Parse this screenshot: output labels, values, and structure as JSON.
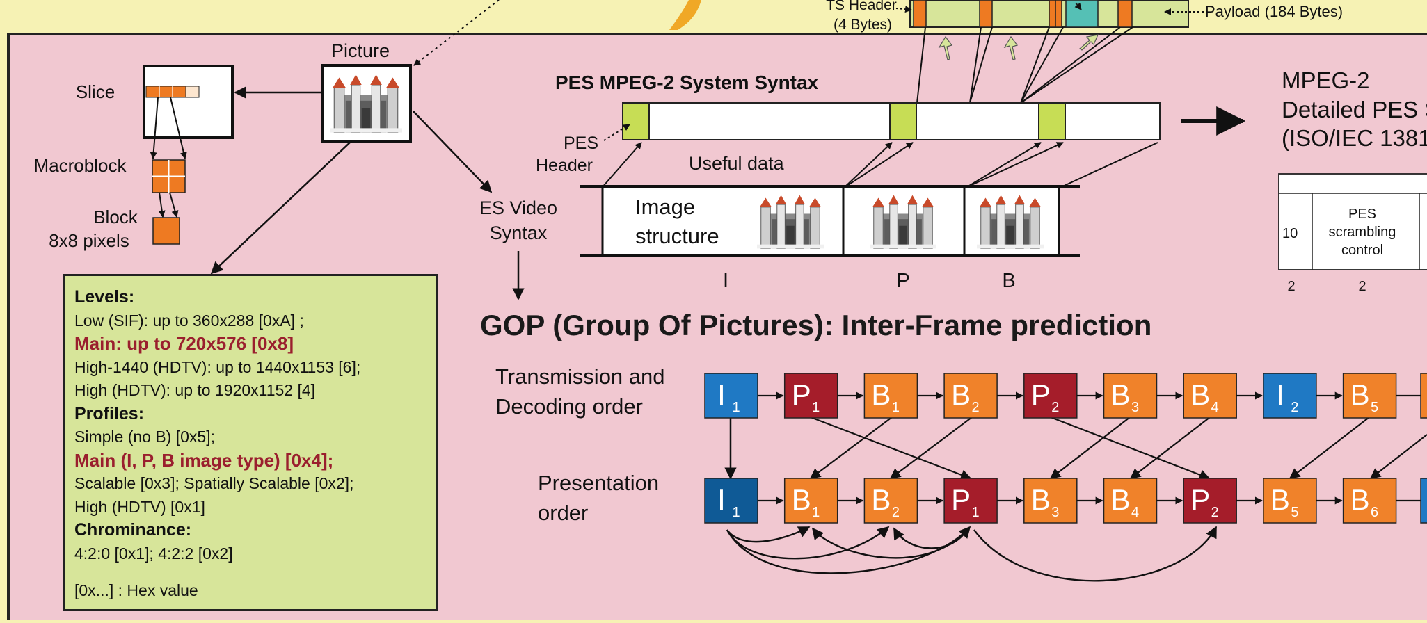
{
  "labels": {
    "ts_header": "TS Header",
    "ts_header_bytes": "(4 Bytes)",
    "payload": "Payload (184 Bytes)",
    "picture": "Picture",
    "slice": "Slice",
    "macroblock": "Macroblock",
    "block": "Block",
    "block_size": "8x8 pixels",
    "pes_syntax_title": "PES MPEG-2 System Syntax",
    "pes_header_1": "PES",
    "pes_header_2": "Header",
    "useful_data": "Useful data",
    "image_structure_1": "Image",
    "image_structure_2": "structure",
    "es_video_1": "ES Video",
    "es_video_2": "Syntax",
    "frame_I": "I",
    "frame_P": "P",
    "frame_B": "B",
    "mpeg_1": "MPEG-2",
    "mpeg_2": "Detailed PES S",
    "mpeg_3": "(ISO/IEC 1381",
    "gop_title": "GOP (Group Of Pictures): Inter-Frame prediction",
    "transmission_1": "Transmission and",
    "transmission_2": "Decoding order",
    "presentation_1": "Presentation",
    "presentation_2": "order"
  },
  "pes_table": {
    "cell_1": "10",
    "cell_2_line1": "PES",
    "cell_2_line2": "scrambling",
    "cell_2_line3": "control",
    "bits_1": "2",
    "bits_2": "2"
  },
  "levels_panel": {
    "levels_heading": "Levels:",
    "level_low": "Low (SIF): up to 360x288 [0xA] ;",
    "level_main": "Main: up to 720x576 [0x8]",
    "level_high1440": "High-1440 (HDTV): up to 1440x1153 [6];",
    "level_high": "High (HDTV): up to 1920x1152 [4]",
    "profiles_heading": "Profiles:",
    "profile_simple": "Simple (no B) [0x5];",
    "profile_main": "Main (I, P, B image type) [0x4];",
    "profile_scalable": "Scalable [0x3]; Spatially Scalable [0x2];",
    "profile_high": "High (HDTV) [0x1]",
    "chroma_heading": "Chrominance:",
    "chroma_values": "4:2:0 [0x1]; 4:2:2 [0x2]",
    "hex_note": "[0x...] : Hex value"
  },
  "gop": {
    "transmission": [
      {
        "letter": "I",
        "sub": "1",
        "kind": "I"
      },
      {
        "letter": "P",
        "sub": "1",
        "kind": "P"
      },
      {
        "letter": "B",
        "sub": "1",
        "kind": "B"
      },
      {
        "letter": "B",
        "sub": "2",
        "kind": "B"
      },
      {
        "letter": "P",
        "sub": "2",
        "kind": "P"
      },
      {
        "letter": "B",
        "sub": "3",
        "kind": "B"
      },
      {
        "letter": "B",
        "sub": "4",
        "kind": "B"
      },
      {
        "letter": "I",
        "sub": "2",
        "kind": "I"
      },
      {
        "letter": "B",
        "sub": "5",
        "kind": "B"
      }
    ],
    "presentation": [
      {
        "letter": "I",
        "sub": "1",
        "kind": "I2"
      },
      {
        "letter": "B",
        "sub": "1",
        "kind": "B"
      },
      {
        "letter": "B",
        "sub": "2",
        "kind": "B"
      },
      {
        "letter": "P",
        "sub": "1",
        "kind": "P"
      },
      {
        "letter": "B",
        "sub": "3",
        "kind": "B"
      },
      {
        "letter": "B",
        "sub": "4",
        "kind": "B"
      },
      {
        "letter": "P",
        "sub": "2",
        "kind": "P"
      },
      {
        "letter": "B",
        "sub": "5",
        "kind": "B"
      },
      {
        "letter": "B",
        "sub": "6",
        "kind": "B"
      }
    ]
  },
  "colors": {
    "top_band": "#f6f2b4",
    "main_bg": "#f1c8d1",
    "i_frame": "#1f79c4",
    "i_frame_dark": "#0f5a96",
    "p_frame": "#a51d2a",
    "b_frame": "#f0822a",
    "pes_header": "#c7dd55",
    "panel": "#d7e59a",
    "highlight": "#9a1f2e",
    "ts_teal": "#55c0b5"
  }
}
